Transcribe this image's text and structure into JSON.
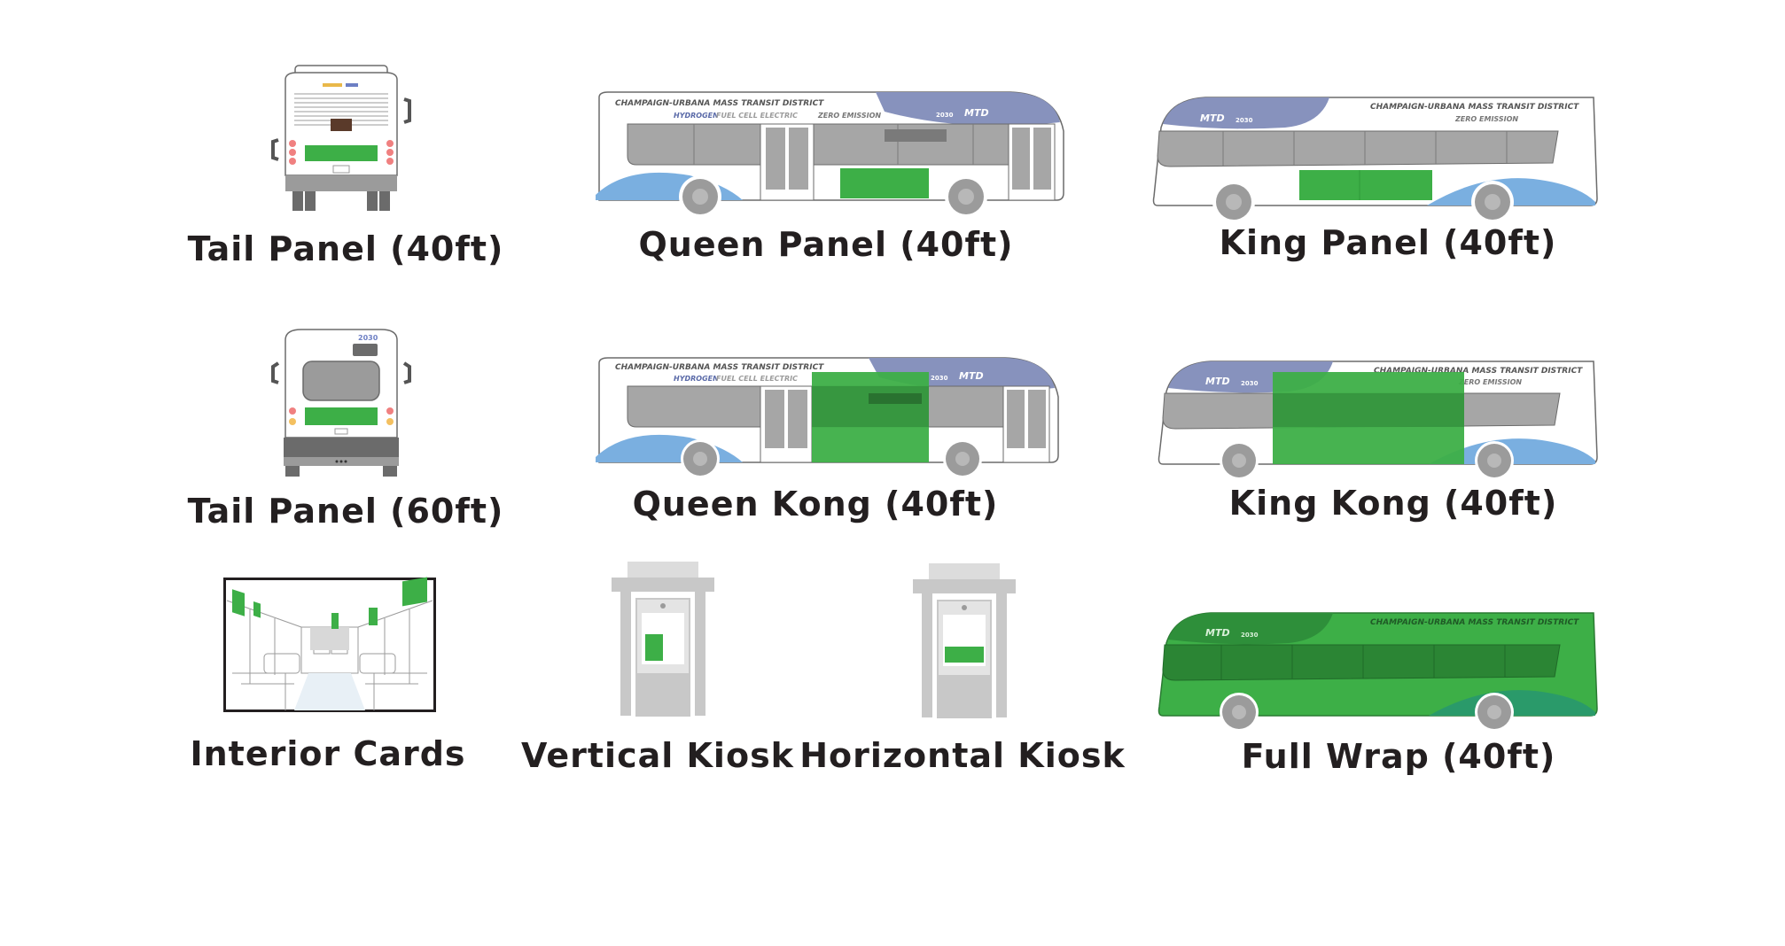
{
  "colors": {
    "ad_space": "#3daf47",
    "bus_gray": "#9b9b9b",
    "window_gray": "#a6a6a6",
    "blue_swoosh": "#7aafe0",
    "purple_swoosh": "#8792bd",
    "outline": "#6b6b6b",
    "tail_light": "#f08080",
    "caption_text": "#231f20"
  },
  "bus_text": {
    "district": "CHAMPAIGN-URBANA MASS TRANSIT DISTRICT",
    "hydrogen": "HYDROGEN",
    "fuel_cell": "FUEL CELL ELECTRIC",
    "zero_emission": "ZERO EMISSION",
    "logo": "MTD",
    "number": "2030"
  },
  "ad_formats": [
    {
      "id": "tail-panel-40ft",
      "label": "Tail Panel (40ft)"
    },
    {
      "id": "queen-panel-40ft",
      "label": "Queen Panel (40ft)"
    },
    {
      "id": "king-panel-40ft",
      "label": "King Panel (40ft)"
    },
    {
      "id": "tail-panel-60ft",
      "label": "Tail Panel (60ft)"
    },
    {
      "id": "queen-kong-40ft",
      "label": "Queen Kong (40ft)"
    },
    {
      "id": "king-kong-40ft",
      "label": "King Kong (40ft)"
    },
    {
      "id": "interior-cards",
      "label": "Interior Cards"
    },
    {
      "id": "vertical-kiosk",
      "label": "Vertical Kiosk"
    },
    {
      "id": "horizontal-kiosk",
      "label": "Horizontal Kiosk"
    },
    {
      "id": "full-wrap-40ft",
      "label": "Full Wrap (40ft)"
    }
  ]
}
